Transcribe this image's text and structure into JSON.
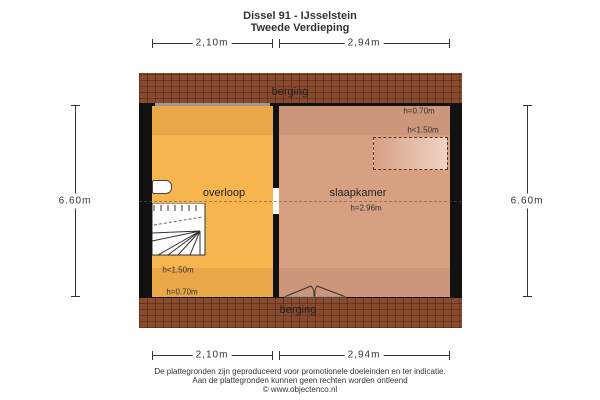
{
  "title": {
    "line1": "Dissel 91 - IJsselstein",
    "line2": "Tweede Verdieping"
  },
  "dimensions": {
    "top_left": "2,10m",
    "top_right": "2,94m",
    "bottom_left": "2,10m",
    "bottom_right": "2,94m",
    "left_height": "6.60m",
    "right_height": "6.60m"
  },
  "rooms": {
    "top_storage": "berging",
    "bottom_storage": "berging",
    "landing": {
      "name": "overloop",
      "h_low": "h<1.50m",
      "h_min": "h=0.70m"
    },
    "bedroom": {
      "name": "slaapkamer",
      "h_max": "h=2.96m",
      "h_min": "h=0.70m",
      "h_low": "h<1.50m"
    }
  },
  "colors": {
    "landing": "#f7b54f",
    "bedroom": "#d7a083",
    "roof": "#8a4a2e",
    "wall": "#111111"
  },
  "footer": {
    "line1": "De plattegronden zijn geproduceerd voor promotionele doeleinden en ter indicatie.",
    "line2": "Aan de plattegronden kunnen geen rechten worden ontleend",
    "line3": "© www.objectenco.nl"
  }
}
